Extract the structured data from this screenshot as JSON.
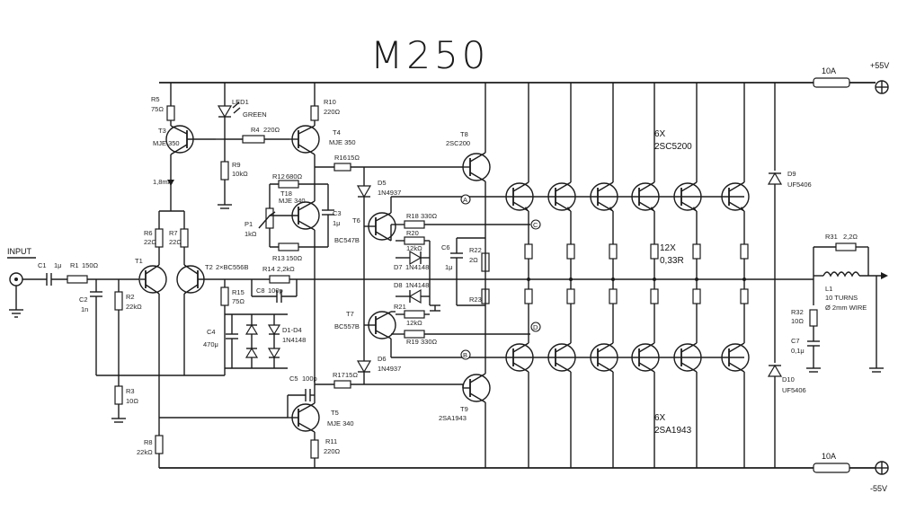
{
  "title": "M250",
  "supply": {
    "pos": "+55V",
    "neg": "-55V",
    "fuse_pos": "10A",
    "fuse_neg": "10A"
  },
  "input": {
    "label": "INPUT"
  },
  "transistors": {
    "t1": "T1",
    "t2": "T2",
    "t12_part": "2×BC556B",
    "t3": "T3",
    "t3_part": "MJE 350",
    "t4": "T4",
    "t4_part": "MJE 350",
    "t5": "T5",
    "t5_part": "MJE 340",
    "t6": "T6",
    "t6_part": "BC547B",
    "t7": "T7",
    "t7_part": "BC557B",
    "t8": "T8",
    "t8_part": "2SC200",
    "t9": "T9",
    "t9_part": "2SA1943",
    "t18": "T18",
    "t18_part": "MJE 340"
  },
  "outputs": {
    "npn_count": "6X",
    "npn_part": "2SC5200",
    "pnp_count": "6X",
    "pnp_part": "2SA1943",
    "emitter_count": "12X",
    "emitter_value": "0,33R"
  },
  "components": {
    "c1": "C1",
    "c1_val": "1μ",
    "r1": "R1",
    "r1_val": "150Ω",
    "c2": "C2",
    "c2_val": "1n",
    "r2": "R2",
    "r2_val": "22kΩ",
    "r3": "R3",
    "r3_val": "10Ω",
    "r5": "R5",
    "r5_val": "75Ω",
    "r6": "R6",
    "r6_val": "22Ω",
    "r7": "R7",
    "r7_val": "22Ω",
    "r4": "R4",
    "r4_val": "220Ω",
    "r9": "R9",
    "r9_val": "10kΩ",
    "r10": "R10",
    "r10_val": "220Ω",
    "led1": "LED1",
    "led1_color": "GREEN",
    "bias_current": "1,8mA",
    "r12": "R12",
    "r12_val": "680Ω",
    "r13": "R13",
    "r13_val": "150Ω",
    "p1": "P1",
    "p1_val": "1kΩ",
    "c3": "C3",
    "c3_val": "1μ",
    "r16": "R16",
    "r16_val": "15Ω",
    "d5": "D5",
    "d5_part": "1N4937",
    "d6": "D6",
    "d6_part": "1N4937",
    "r14": "R14",
    "r14_val": "2,2kΩ",
    "c8": "C8",
    "c8_val": "100p",
    "r15": "R15",
    "r15_val": "75Ω",
    "c4": "C4",
    "c4_val": "470μ",
    "d1d4": "D1-D4",
    "d1d4_part": "1N4148",
    "r18": "R18",
    "r18_val": "330Ω",
    "r20": "R20",
    "r20_val": "12kΩ",
    "d7": "D7",
    "d7_part": "1N4148",
    "d8": "D8",
    "d8_part": "1N4148",
    "r21": "R21",
    "r21_val": "12kΩ",
    "r19": "R19",
    "r19_val": "330Ω",
    "c6": "C6",
    "c6_val": "1μ",
    "r22": "R22",
    "r22_val": "2Ω",
    "r23": "R23",
    "c5": "C5",
    "c5_val": "100p",
    "r17": "R17",
    "r17_val": "15Ω",
    "r11": "R11",
    "r11_val": "220Ω",
    "r8": "R8",
    "r8_val": "22kΩ",
    "d9": "D9",
    "d9_part": "UF5406",
    "d10": "D10",
    "d10_part": "UF5406",
    "r31": "R31",
    "r31_val": "2,2Ω",
    "l1": "L1",
    "l1_turns": "10 TURNS",
    "l1_wire": "Ø 2mm WIRE",
    "r32": "R32",
    "r32_val": "10Ω",
    "c7": "C7",
    "c7_val": "0,1μ"
  },
  "nodes": {
    "a": "A",
    "b": "B",
    "c": "C",
    "d": "D"
  }
}
